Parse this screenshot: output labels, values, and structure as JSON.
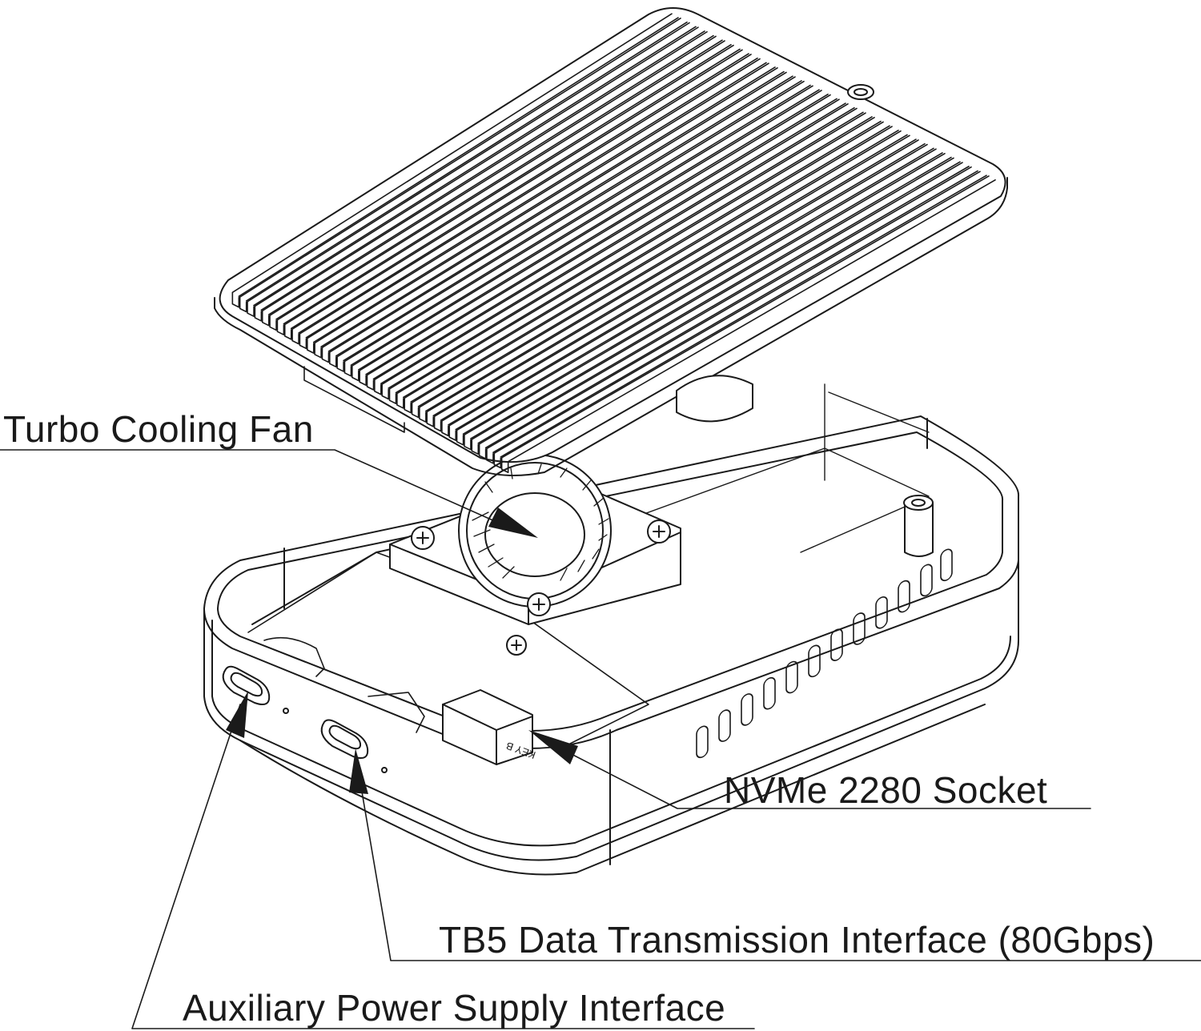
{
  "callouts": {
    "fan": "Turbo Cooling Fan",
    "nvme": "NVMe 2280 Socket",
    "tb5": "TB5 Data Transmission Interface (80Gbps)",
    "aux": "Auxiliary Power Supply Interface"
  },
  "socket_marking": "KEY B",
  "colors": {
    "line": "#1a1a1a",
    "fill": "#ffffff"
  }
}
